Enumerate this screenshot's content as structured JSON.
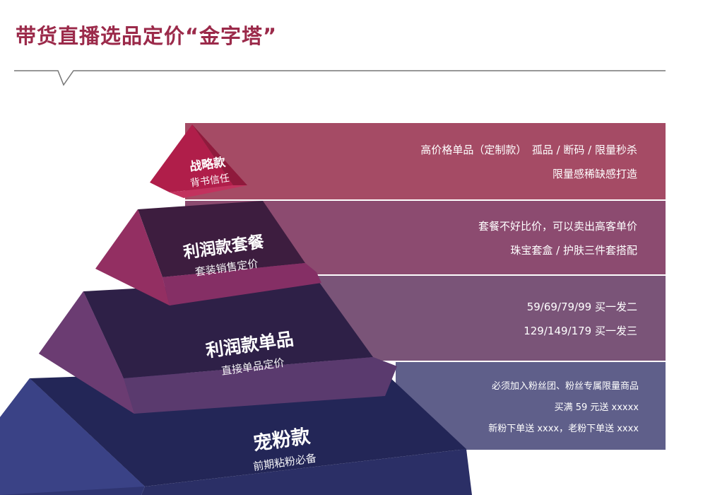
{
  "title": "带货直播选品定价“金字塔”",
  "tiers": [
    {
      "name": "战略款",
      "subtitle": "背书信任",
      "lines": [
        "高价格单品（定制款）　孤品 / 断码 / 限量秒杀",
        "限量感稀缺感打造"
      ],
      "color": "#a54b65"
    },
    {
      "name": "利润款套餐",
      "subtitle": "套装销售定价",
      "lines": [
        "套餐不好比价，可以卖出高客单价",
        "珠宝套盒 / 护肤三件套搭配"
      ],
      "color": "#8c4b70"
    },
    {
      "name": "利润款单品",
      "subtitle": "直接单品定价",
      "lines": [
        "59/69/79/99  买一发二",
        "129/149/179  买一发三"
      ],
      "color": "#7a5478"
    },
    {
      "name": "宠粉款",
      "subtitle": "前期粘粉必备",
      "lines": [
        "必须加入粉丝团、粉丝专属限量商品",
        "买满 59 元送 xxxxx",
        "新粉下单送 xxxx，老粉下单送 xxxx"
      ],
      "color": "#5f5f8a"
    }
  ]
}
